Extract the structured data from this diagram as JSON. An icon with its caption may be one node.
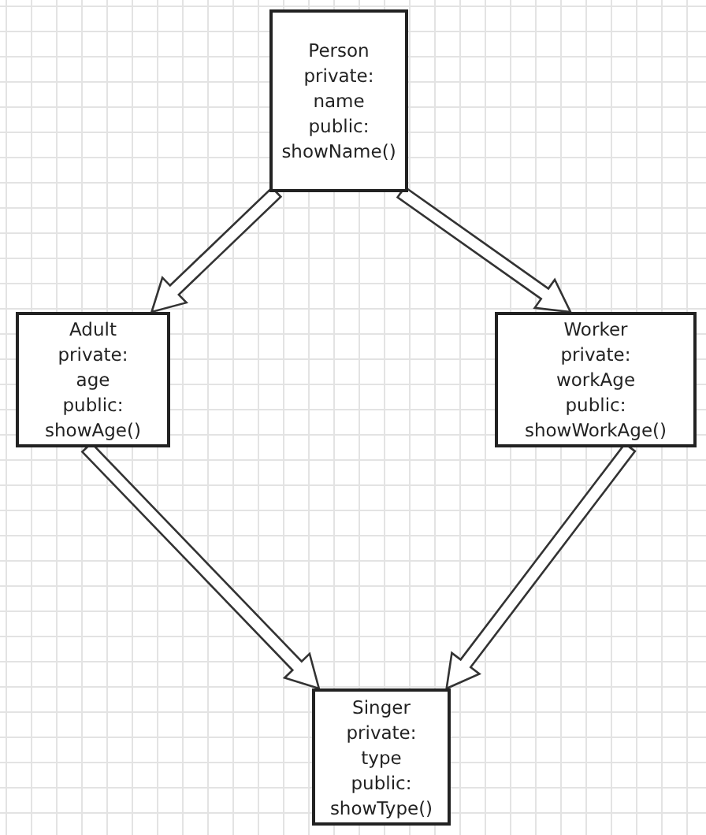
{
  "diagram": {
    "nodes": [
      {
        "text": [
          "Person",
          "private:",
          "name",
          "public:",
          "showName()"
        ]
      },
      {
        "text": [
          "Adult",
          "private:",
          "age",
          "public:",
          "showAge()"
        ]
      },
      {
        "text": [
          "Worker",
          "private:",
          "workAge",
          "public:",
          "showWorkAge()"
        ]
      },
      {
        "text": [
          "Singer",
          "private:",
          "type",
          "public:",
          "showType()"
        ]
      }
    ],
    "edges": [
      {
        "from": 0,
        "to": 1,
        "arrow": "to"
      },
      {
        "from": 0,
        "to": 2,
        "arrow": "to"
      },
      {
        "from": 1,
        "to": 3,
        "arrow": "to"
      },
      {
        "from": 2,
        "to": 3,
        "arrow": "to"
      }
    ]
  }
}
